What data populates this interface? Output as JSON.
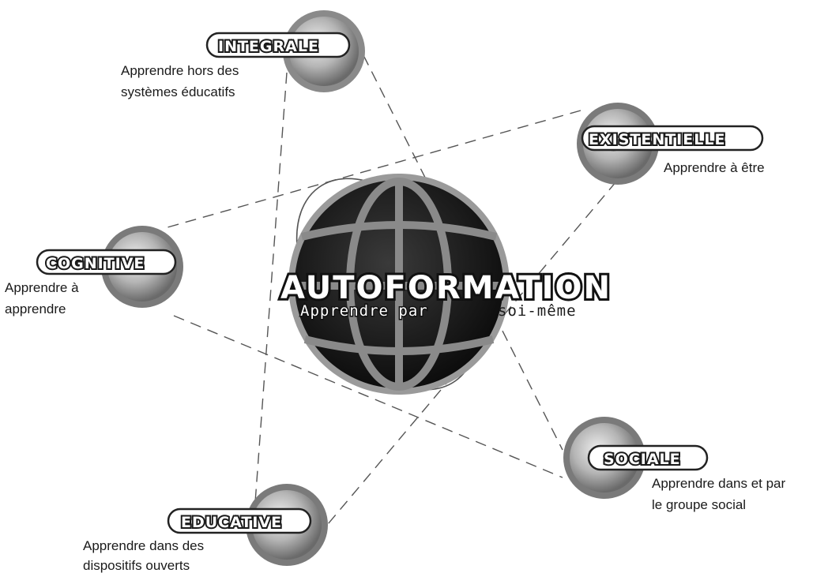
{
  "center": {
    "title": "AUTOFORMATION",
    "subtitle_part1": "Apprendre par",
    "subtitle_part2": " soi-même"
  },
  "nodes": [
    {
      "id": "integrale",
      "label": "INTEGRALE",
      "desc_lines": [
        "Apprendre hors des",
        "systèmes éducatifs"
      ]
    },
    {
      "id": "existentielle",
      "label": "EXISTENTIELLE",
      "desc_lines": [
        "Apprendre à être"
      ]
    },
    {
      "id": "cognitive",
      "label": "COGNITIVE",
      "desc_lines": [
        "Apprendre à",
        "apprendre"
      ]
    },
    {
      "id": "sociale",
      "label": "SOCIALE",
      "desc_lines": [
        "Apprendre dans et par",
        "le groupe social"
      ]
    },
    {
      "id": "educative",
      "label": "EDUCATIVE",
      "desc_lines": [
        "Apprendre dans des",
        "dispositifs ouverts"
      ]
    }
  ],
  "colors": {
    "globe_dark": "#1a1a1a",
    "globe_grid": "#8a8a8a",
    "node_ring": "#7a7a7a",
    "line": "#555555"
  }
}
